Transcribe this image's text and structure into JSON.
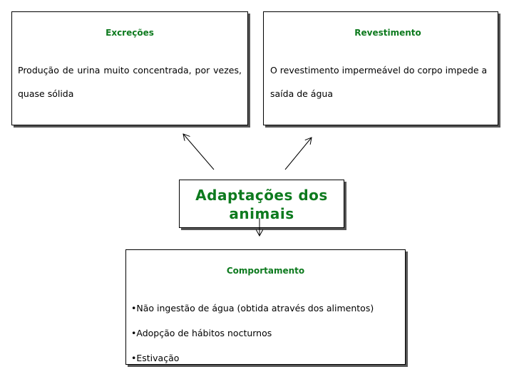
{
  "excrecoes": {
    "title": "Excreções",
    "text": "Produção de urina muito concentrada, por vezes, quase sólida"
  },
  "revestimento": {
    "title": "Revestimento",
    "text": "O revestimento impermeável do corpo impede a saída de água"
  },
  "center": {
    "title": "Adaptações dos animais"
  },
  "comportamento": {
    "title": "Comportamento",
    "items": [
      "•Não ingestão de água (obtida através dos alimentos)",
      "•Adopção de hábitos nocturnos",
      "•Estivação"
    ]
  },
  "colors": {
    "title_green": "#0d7a1e",
    "border": "#000000",
    "shadow": "#555555"
  }
}
